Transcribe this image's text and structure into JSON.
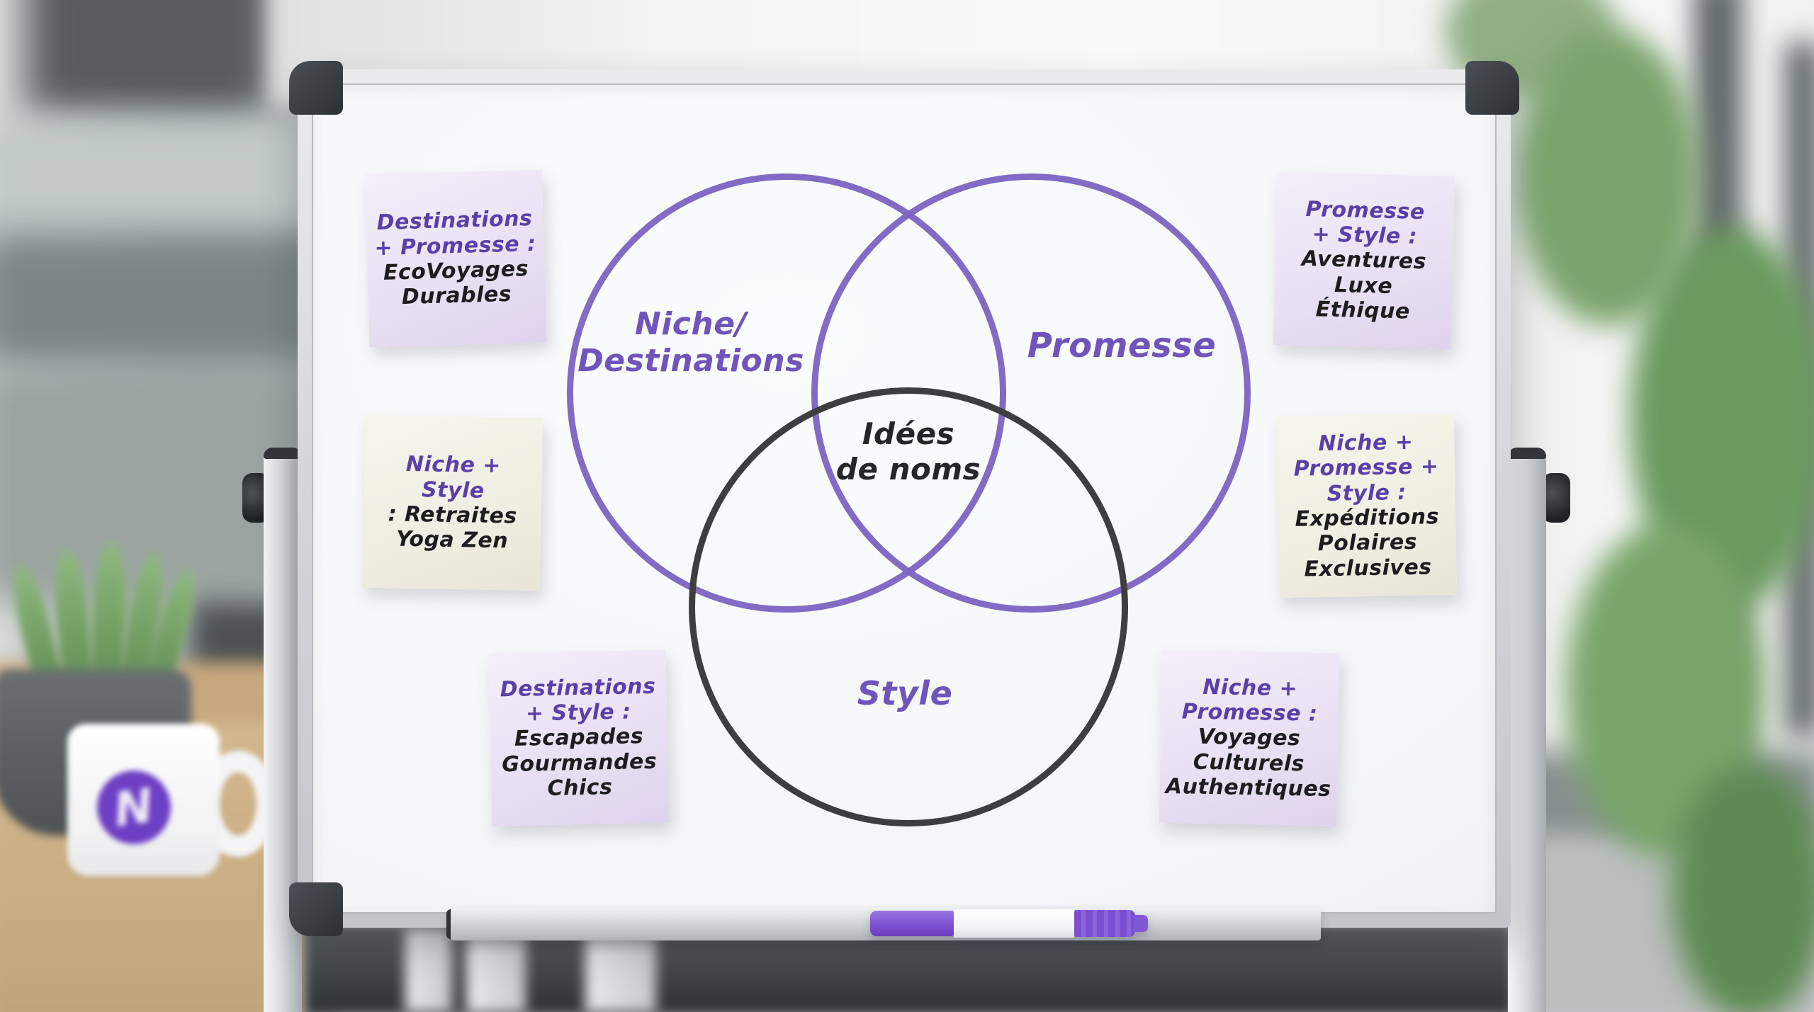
{
  "whiteboard": {
    "venn": {
      "circle_niche_label": "Niche/\nDestinations",
      "circle_promesse_label": "Promesse",
      "circle_style_label": "Style",
      "center_label": "Idées\nde noms"
    },
    "notes": [
      {
        "heading": "Destinations\n+ Promesse :",
        "body": "EcoVoyages\nDurables",
        "color": "lavender",
        "position": "top-left"
      },
      {
        "heading": "Niche + Style",
        "body": ": Retraites\nYoga Zen",
        "color": "cream",
        "position": "middle-left"
      },
      {
        "heading": "Destinations\n+ Style :",
        "body": "Escapades\nGourmandes\nChics",
        "color": "lavender",
        "position": "bottom-left"
      },
      {
        "heading": "Promesse\n+ Style :",
        "body": "Aventures\nLuxe\nÉthique",
        "color": "lavender",
        "position": "top-right"
      },
      {
        "heading": "Niche +\nPromesse +\nStyle :",
        "body": "Expéditions\nPolaires\nExclusives",
        "color": "cream",
        "position": "middle-right"
      },
      {
        "heading": "Niche +\nPromesse :",
        "body": "Voyages\nCulturels\nAuthentiques",
        "color": "lavender",
        "position": "bottom-right"
      }
    ]
  },
  "mug": {
    "logo_letter": "N"
  },
  "colors": {
    "accent_purple_text": "#5b3fa9",
    "venn_purple_stroke": "#7a63c1",
    "venn_black_stroke": "#3e3e40",
    "note_lavender": "#e8dff2",
    "note_cream": "#efeee2",
    "marker_purple": "#7c4fd0",
    "mug_logo_purple": "#6d3fc4"
  }
}
